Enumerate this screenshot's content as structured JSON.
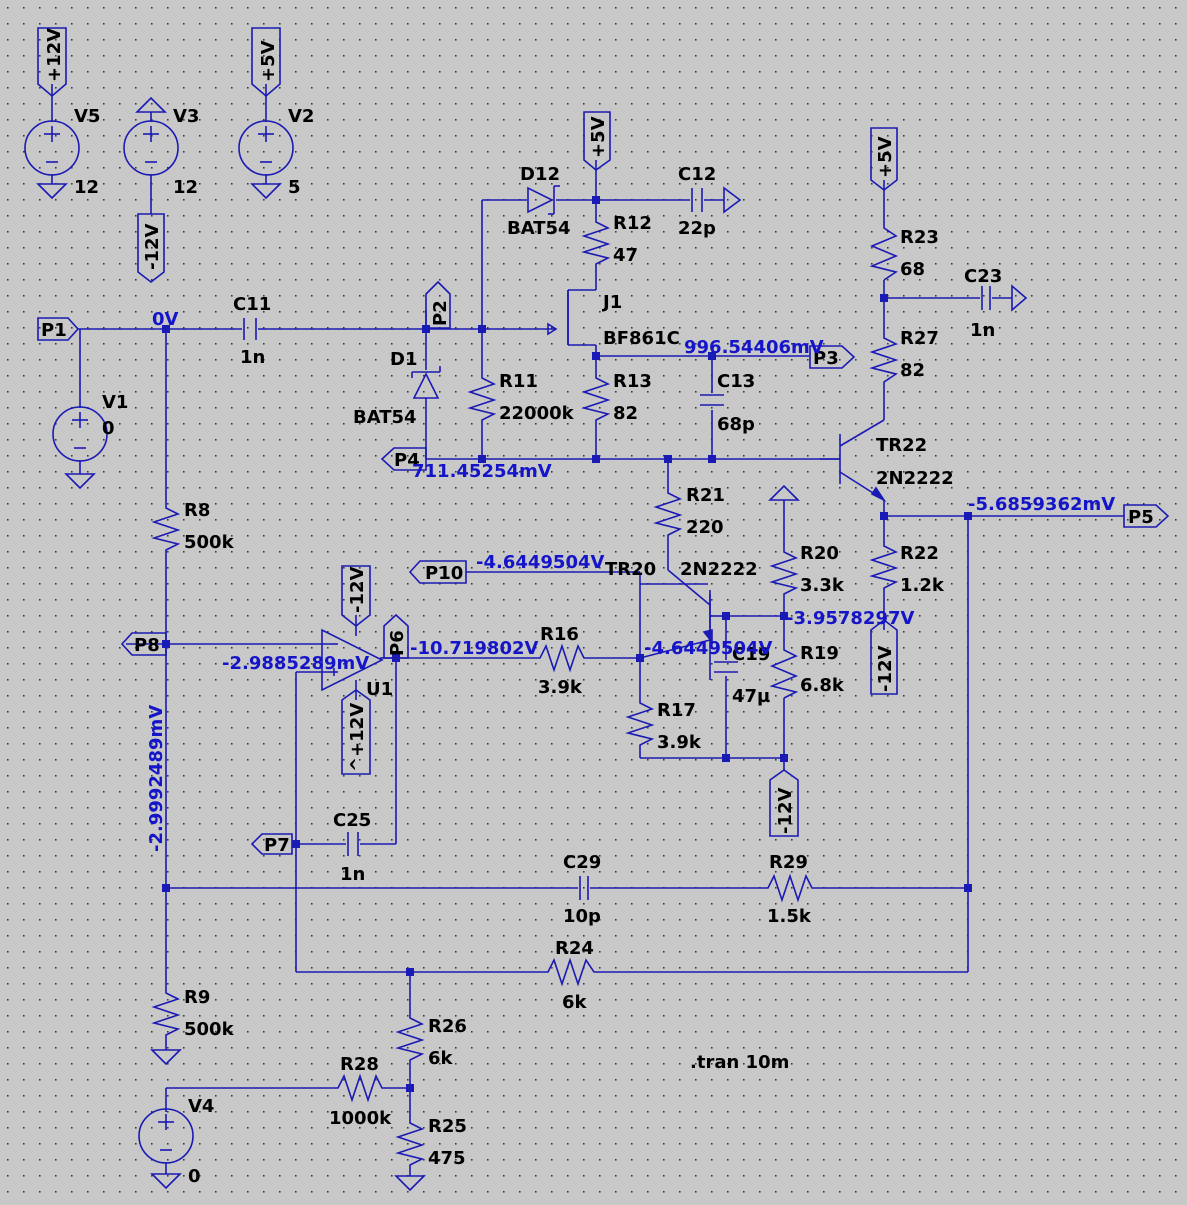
{
  "components": [
    {
      "id": "v5",
      "label": "V5",
      "value": "12"
    },
    {
      "id": "v3",
      "label": "V3",
      "value": "12"
    },
    {
      "id": "v2",
      "label": "V2",
      "value": "5"
    },
    {
      "id": "v1",
      "label": "V1",
      "value": "0"
    },
    {
      "id": "v4",
      "label": "V4",
      "value": "0"
    },
    {
      "id": "c11",
      "label": "C11",
      "value": "1n"
    },
    {
      "id": "c12",
      "label": "C12",
      "value": "22p"
    },
    {
      "id": "c13",
      "label": "C13",
      "value": "68p"
    },
    {
      "id": "c19",
      "label": "C19",
      "value": "47µ"
    },
    {
      "id": "c23",
      "label": "C23",
      "value": "1n"
    },
    {
      "id": "c25",
      "label": "C25",
      "value": "1n"
    },
    {
      "id": "c29",
      "label": "C29",
      "value": "10p"
    },
    {
      "id": "d12",
      "label": "D12",
      "value": "BAT54"
    },
    {
      "id": "d1",
      "label": "D1",
      "value": "BAT54"
    },
    {
      "id": "j1",
      "label": "J1",
      "value": "BF861C"
    },
    {
      "id": "r12",
      "label": "R12",
      "value": "47"
    },
    {
      "id": "r11",
      "label": "R11",
      "value": "22000k"
    },
    {
      "id": "r13",
      "label": "R13",
      "value": "82"
    },
    {
      "id": "r21",
      "label": "R21",
      "value": "220"
    },
    {
      "id": "r20",
      "label": "R20",
      "value": "3.3k"
    },
    {
      "id": "r19",
      "label": "R19",
      "value": "6.8k"
    },
    {
      "id": "r23",
      "label": "R23",
      "value": "68"
    },
    {
      "id": "r27",
      "label": "R27",
      "value": "82"
    },
    {
      "id": "r22",
      "label": "R22",
      "value": "1.2k"
    },
    {
      "id": "r8",
      "label": "R8",
      "value": "500k"
    },
    {
      "id": "r9",
      "label": "R9",
      "value": "500k"
    },
    {
      "id": "r16",
      "label": "R16",
      "value": "3.9k"
    },
    {
      "id": "r17",
      "label": "R17",
      "value": "3.9k"
    },
    {
      "id": "r29",
      "label": "R29",
      "value": "1.5k"
    },
    {
      "id": "r24",
      "label": "R24",
      "value": "6k"
    },
    {
      "id": "r26",
      "label": "R26",
      "value": "6k"
    },
    {
      "id": "r25",
      "label": "R25",
      "value": "475"
    },
    {
      "id": "r28",
      "label": "R28",
      "value": "1000k"
    },
    {
      "id": "tr22",
      "label": "TR22",
      "value": "2N2222"
    },
    {
      "id": "tr20",
      "label": "TR20",
      "value": "2N2222"
    },
    {
      "id": "u1",
      "label": "U1",
      "value": ""
    }
  ],
  "rails": [
    {
      "id": "rail-v5",
      "text": "+12V"
    },
    {
      "id": "rail-v3",
      "text": "-12V"
    },
    {
      "id": "rail-v2",
      "text": "+5V"
    },
    {
      "id": "rail-j1",
      "text": "+5V"
    },
    {
      "id": "rail-r23",
      "text": "+5V"
    },
    {
      "id": "rail-u1-top",
      "text": "-12V"
    },
    {
      "id": "rail-u1-bot",
      "text": "^+12V"
    },
    {
      "id": "rail-r22",
      "text": "-12V"
    },
    {
      "id": "rail-r19",
      "text": "-12V"
    }
  ],
  "ports": [
    {
      "id": "p1",
      "text": "P1"
    },
    {
      "id": "p2",
      "text": "P2"
    },
    {
      "id": "p3",
      "text": "P3"
    },
    {
      "id": "p4",
      "text": "P4"
    },
    {
      "id": "p5",
      "text": "P5"
    },
    {
      "id": "p6",
      "text": "P6"
    },
    {
      "id": "p7",
      "text": "P7"
    },
    {
      "id": "p8",
      "text": "P8"
    },
    {
      "id": "p10",
      "text": "P10"
    }
  ],
  "voltages": [
    {
      "id": "n-0v",
      "text": "0V"
    },
    {
      "id": "n-p3",
      "text": "996.54406mV"
    },
    {
      "id": "n-p4",
      "text": "711.45254mV"
    },
    {
      "id": "n-p5",
      "text": "-5.6859362mV"
    },
    {
      "id": "n-p10",
      "text": "-4.6449504V"
    },
    {
      "id": "n-tr20e",
      "text": "-4.6449504V"
    },
    {
      "id": "n-r19",
      "text": "-3.9578297V"
    },
    {
      "id": "n-p6",
      "text": "-10.719802V"
    },
    {
      "id": "n-p8",
      "text": "-2.9885289mV"
    },
    {
      "id": "n-mid",
      "text": "-2.9992489mV"
    }
  ],
  "directive": ".tran 10m"
}
